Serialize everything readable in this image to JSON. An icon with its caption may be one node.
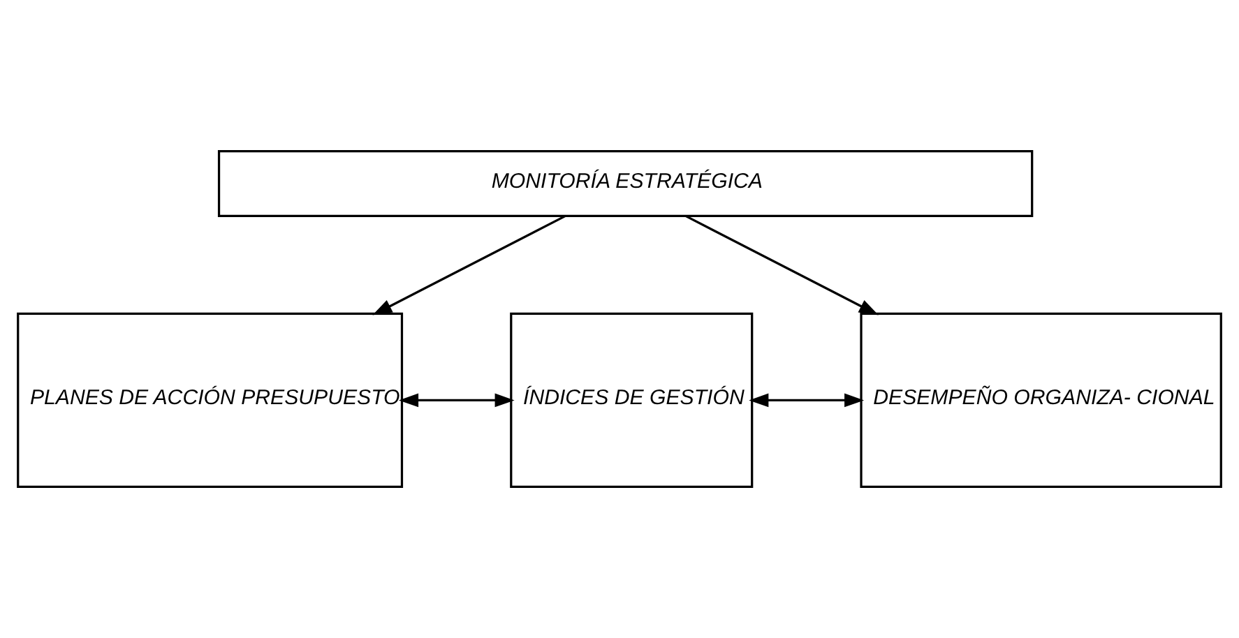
{
  "diagram": {
    "nodes": [
      {
        "text": [
          "MONITORÍA ESTRATÉGICA"
        ]
      },
      {
        "text": [
          "PLANES DE ACCIÓN PRESUPUESTO"
        ]
      },
      {
        "text": [
          "ÍNDICES DE GESTIÓN"
        ]
      },
      {
        "text": [
          "DESEMPEÑO ORGANIZA- CIONAL"
        ]
      }
    ],
    "edges": [
      {
        "from": 0,
        "to": 1,
        "arrow": "to"
      },
      {
        "from": 0,
        "to": 3,
        "arrow": "to"
      },
      {
        "from": 1,
        "to": 2,
        "arrow": "both"
      },
      {
        "from": 2,
        "to": 3,
        "arrow": "both"
      }
    ]
  }
}
